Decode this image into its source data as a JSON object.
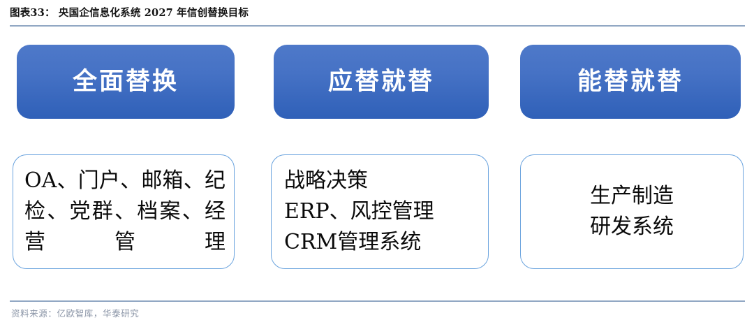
{
  "header": {
    "title": "图表33： 央国企信息化系统 2027 年信创替换目标"
  },
  "banners": [
    {
      "label": "全面替换"
    },
    {
      "label": "应替就替"
    },
    {
      "label": "能替就替"
    }
  ],
  "details": [
    {
      "text": "OA、门户、邮箱、纪检、党群、档案、经营管理"
    },
    {
      "text": "战略决策\nERP、风控管理\nCRM管理系统"
    },
    {
      "text": "生产制造\n研发系统"
    }
  ],
  "footer": {
    "source": "资料来源：亿欧智库，华泰研究"
  },
  "colors": {
    "banner_gradient_top": "#4e79c9",
    "banner_gradient_bottom": "#2f60b8",
    "detail_border": "#6aa3de",
    "rule": "#92a8c4",
    "title_text": "#141414",
    "banner_text": "#ffffff",
    "detail_text": "#0a0a0a",
    "source_text": "#8a94a6"
  }
}
